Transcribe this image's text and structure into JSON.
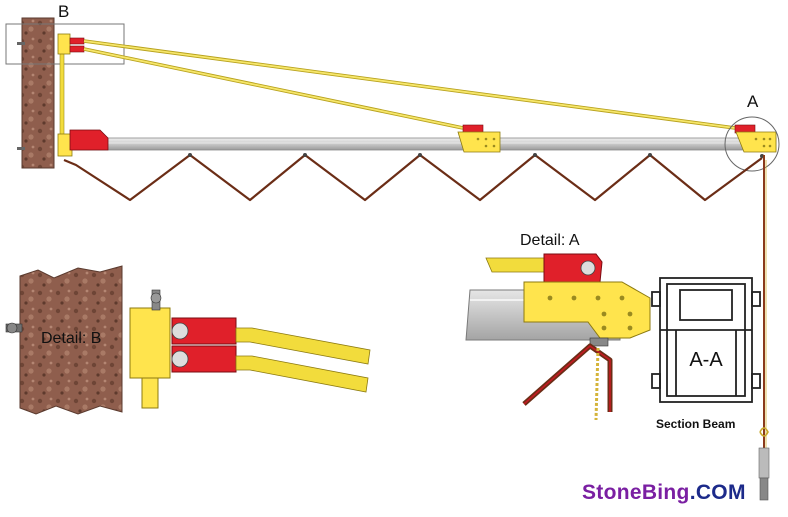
{
  "labels": {
    "callout_b": "B",
    "callout_a": "A",
    "detail_a": "Detail: A",
    "detail_b": "Detail: B",
    "section_cut": "A-A",
    "section_caption": "Section Beam"
  },
  "watermark": {
    "part1": "StoneBing",
    "part2": ".COM"
  },
  "colors": {
    "rock": "#8a5a4a",
    "beam": "#d4d4d4",
    "bracket": "#ffe44d",
    "clamp": "#e0202a",
    "rod": "#f2dc3c",
    "cable": "#6b2d16",
    "watermark_primary": "#7a1fa2",
    "watermark_secondary": "#1c2a8a"
  }
}
